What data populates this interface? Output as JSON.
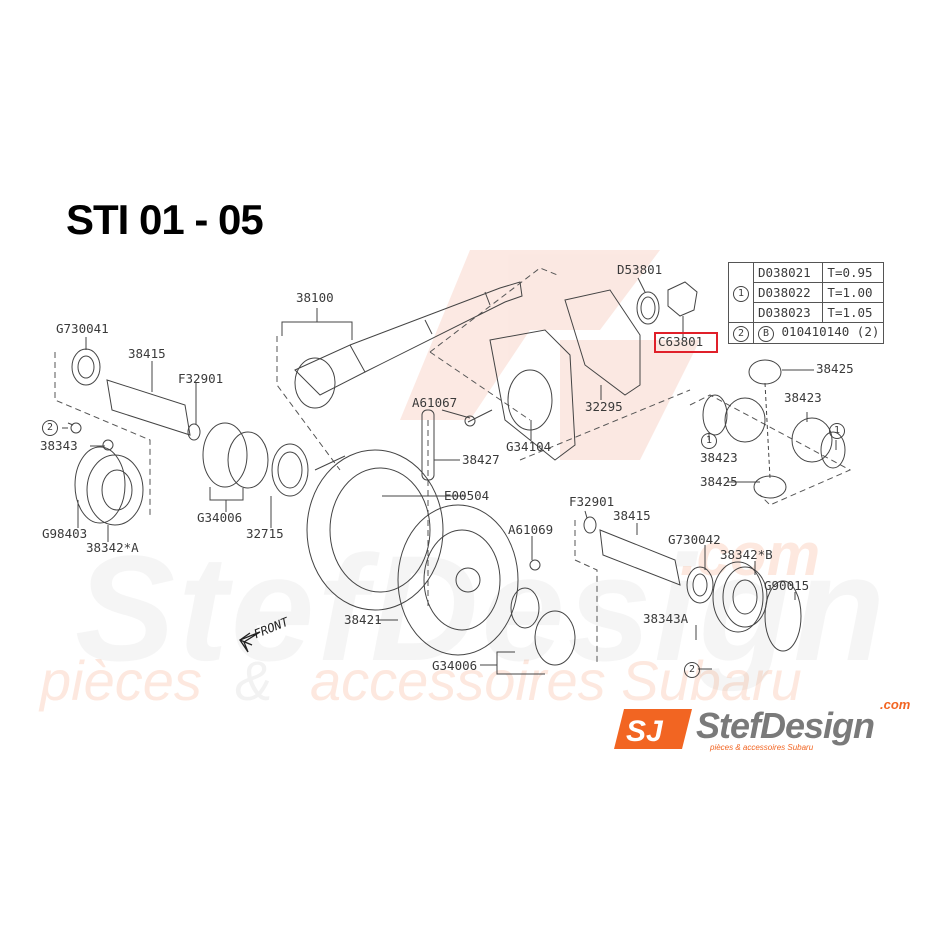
{
  "title": "STI 01 - 05",
  "highlight_color": "#e0202a",
  "watermark": {
    "brand": "StefDesign",
    "tagline_left": "pièces",
    "tagline_amp": "&",
    "tagline_right": "accessoires Subaru",
    "domain": ".com"
  },
  "logo": {
    "mark": "SJ",
    "name": "StefDesign",
    "domain": ".com",
    "tagline": "pièces & accessoires Subaru",
    "accent": "#f26522"
  },
  "front_label": "FRONT",
  "table": {
    "rows": [
      {
        "ref": "1",
        "part": "D038021",
        "spec": "T=0.95"
      },
      {
        "ref": "1",
        "part": "D038022",
        "spec": "T=1.00"
      },
      {
        "ref": "1",
        "part": "D038023",
        "spec": "T=1.05"
      }
    ],
    "footer": {
      "ref": "2",
      "prefix": "B",
      "part": "010410140 (2)"
    }
  },
  "parts": {
    "p38100": "38100",
    "pG730041": "G730041",
    "p38415a": "38415",
    "pF32901a": "F32901",
    "p38343": "38343",
    "pG98403": "G98403",
    "p38342A": "38342*A",
    "pG34006a": "G34006",
    "p32715": "32715",
    "pA61067": "A61067",
    "pG34104": "G34104",
    "p38427": "38427",
    "pE00504": "E00504",
    "pD53801": "D53801",
    "pC63801": "C63801",
    "p32295": "32295",
    "p38425a": "38425",
    "p38423a": "38423",
    "p38423b": "38423",
    "p38425b": "38425",
    "pF32901b": "F32901",
    "p38415b": "38415",
    "pA61069": "A61069",
    "pG730042": "G730042",
    "p38342B": "38342*B",
    "pG90015": "G90015",
    "p38343A": "38343A",
    "p38421": "38421",
    "pG34006b": "G34006",
    "c1": "1",
    "c2": "2"
  }
}
